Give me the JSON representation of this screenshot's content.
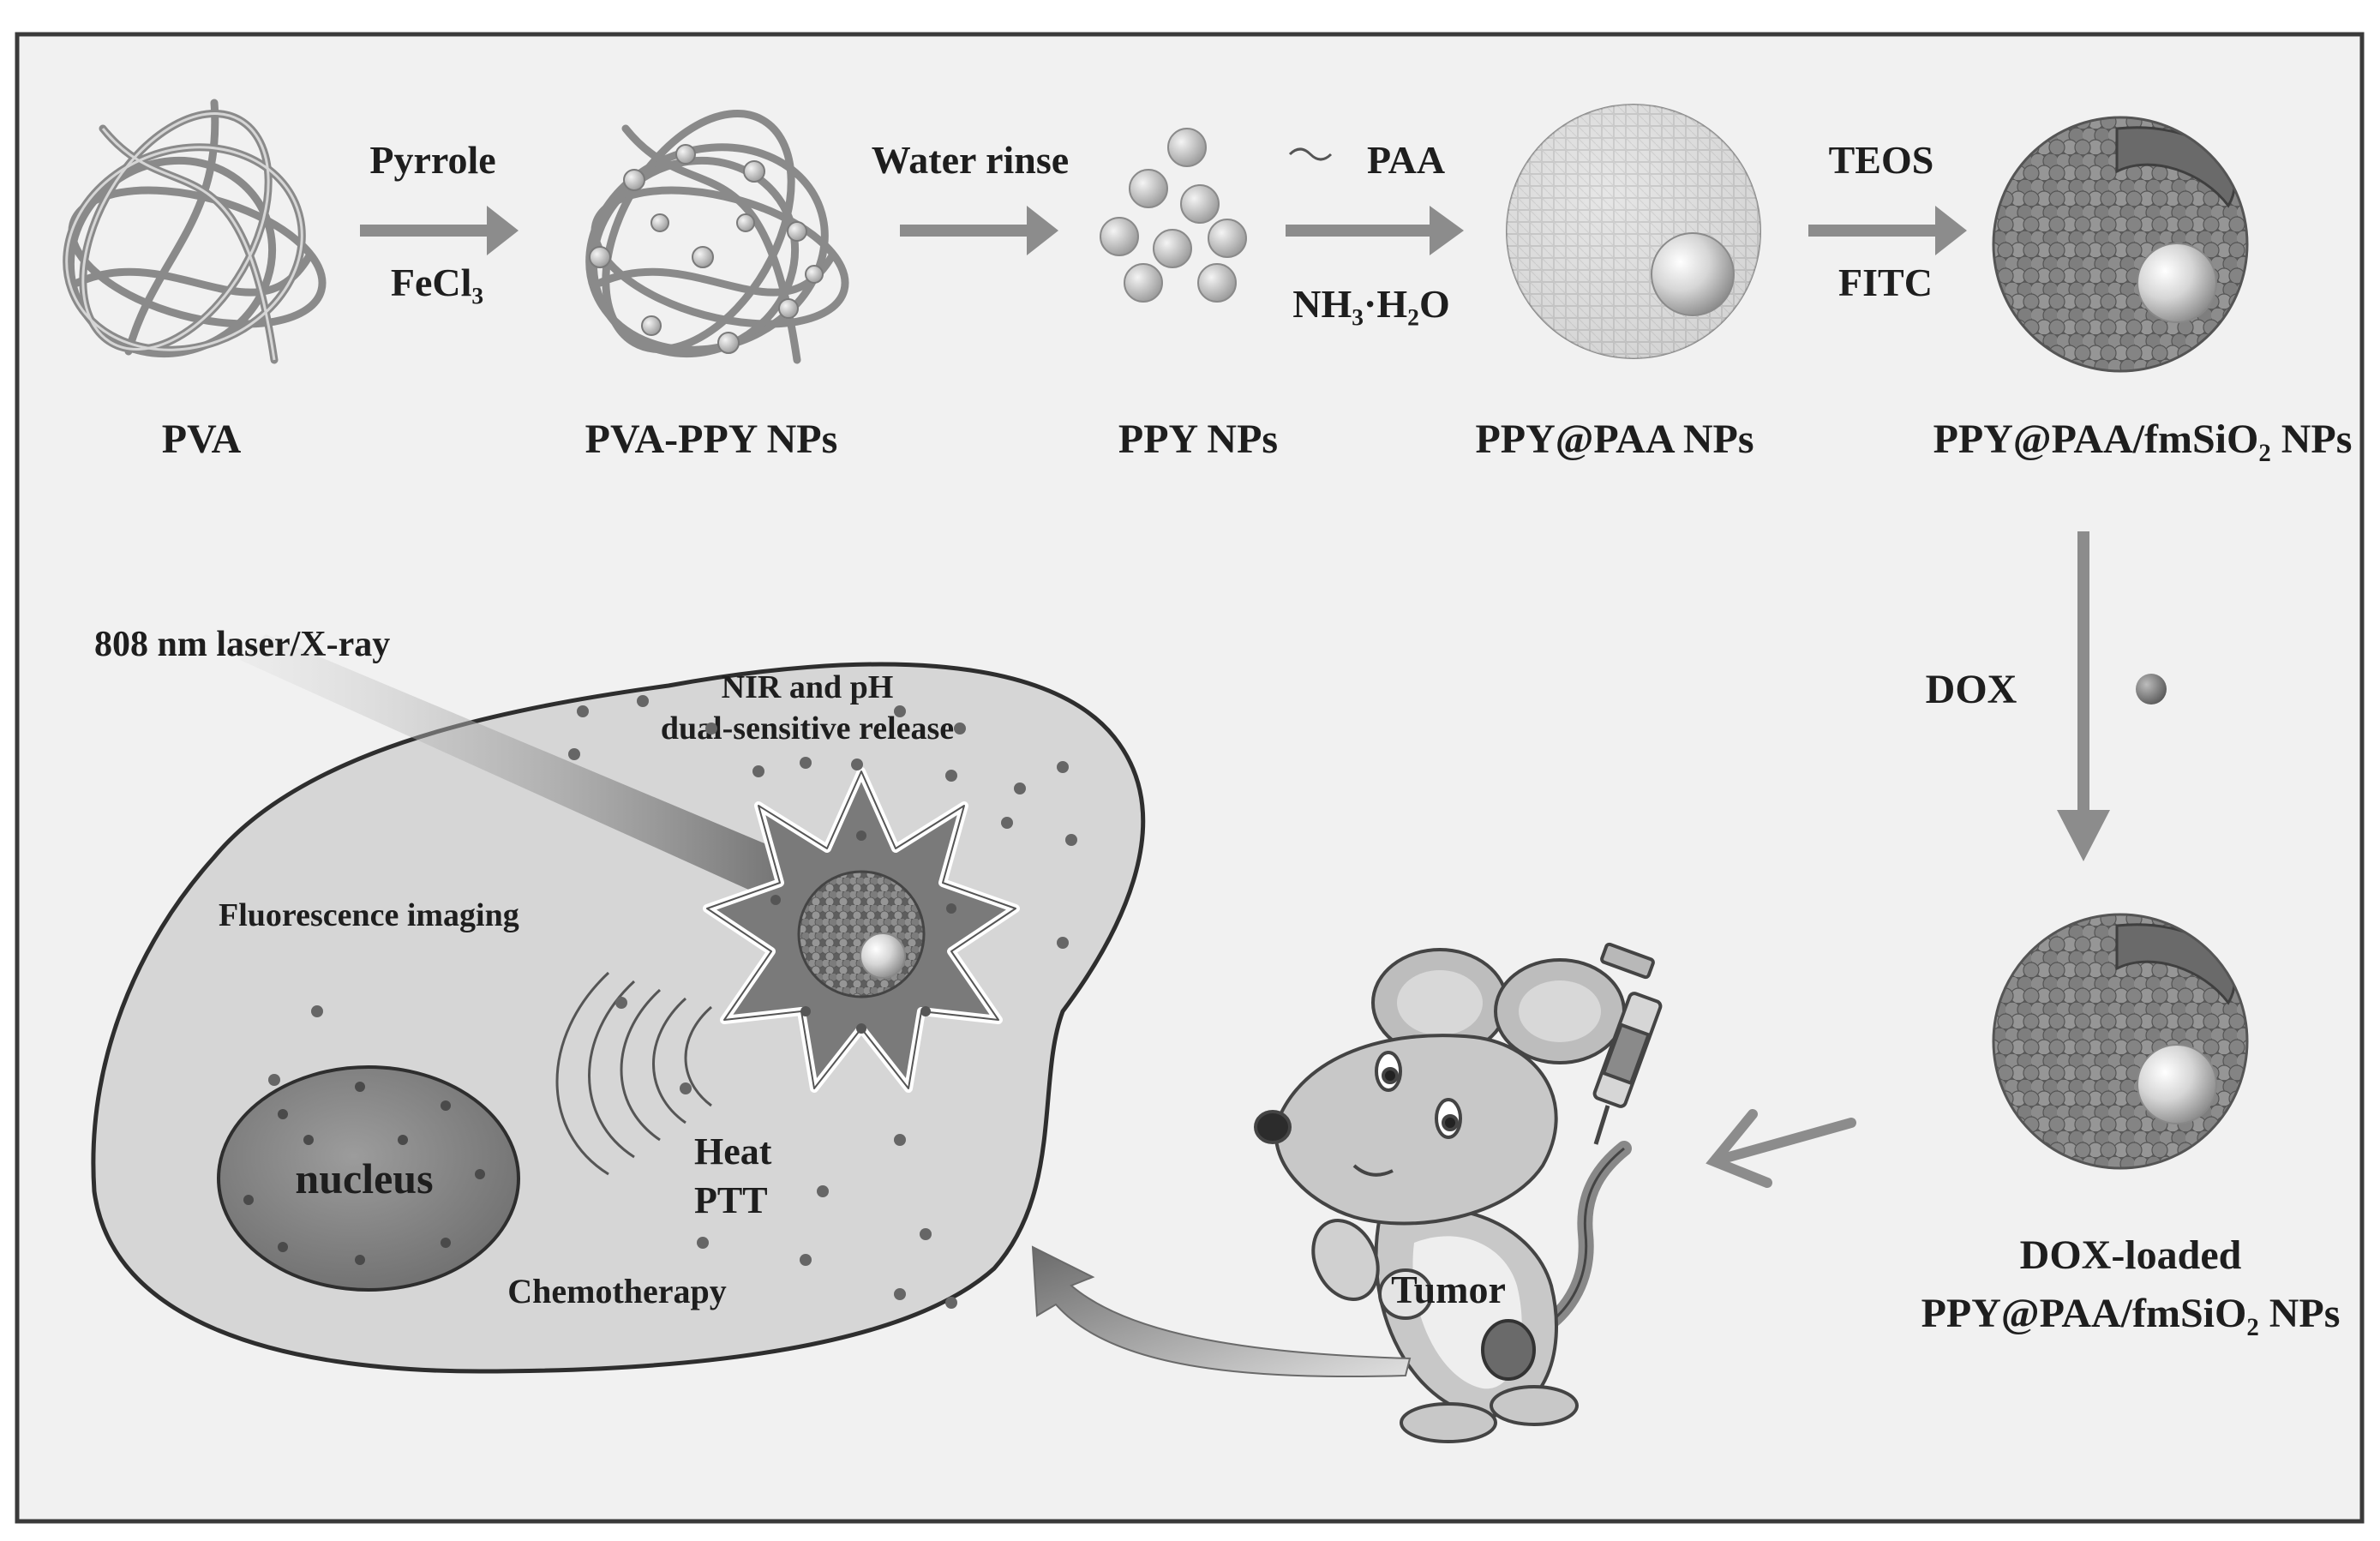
{
  "synthesis": {
    "pva_label": "PVA",
    "step1_reagent_top": "Pyrrole",
    "step1_reagent_bottom": "FeCl₃",
    "pva_ppy_label": "PVA-PPY NPs",
    "step2_reagent": "Water rinse",
    "ppy_label": "PPY NPs",
    "step3_reagent_top": "PAA",
    "step3_reagent_bottom": "NH₃·H₂O",
    "ppy_paa_label": "PPY@PAA NPs",
    "step4_reagent_top": "TEOS",
    "step4_reagent_bottom": "FITC",
    "ppy_paa_fmsio2_label": "PPY@PAA/fmSiO₂ NPs"
  },
  "loading": {
    "dox_label": "DOX",
    "loaded_label_line1": "DOX-loaded",
    "loaded_label_line2": "PPY@PAA/fmSiO₂ NPs"
  },
  "treatment": {
    "laser_label": "808 nm laser/X-ray",
    "release_line1": "NIR and pH",
    "release_line2": "dual-sensitive release",
    "imaging_label": "Fluorescence imaging",
    "nucleus_label": "nucleus",
    "heat_label": "Heat",
    "ptt_label": "PTT",
    "chemo_label": "Chemotherapy",
    "tumor_label": "Tumor"
  }
}
